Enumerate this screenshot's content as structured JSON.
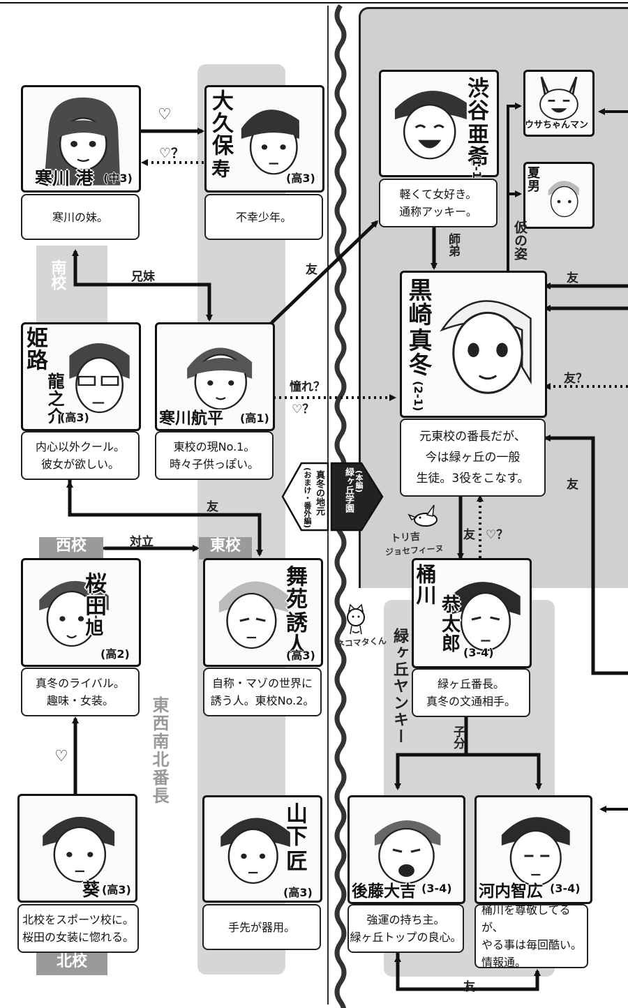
{
  "colors": {
    "band": "#d6d6d6",
    "panel": "#d0d0d0",
    "line": "#111111",
    "school_tag": "#9a9a9a"
  },
  "schools": {
    "south": "南校",
    "west": "西校",
    "east": "東校",
    "north": "北校",
    "group_label": "東西南北番長"
  },
  "signpost": {
    "left_sub": "(おまけ・番外編)",
    "left_main": "真冬の地元",
    "right_main": "緑ヶ丘学園",
    "right_sub": "(本編)"
  },
  "yankee_label": "緑ヶ丘ヤンキー",
  "mascots": {
    "bird": "トリ吉",
    "bird_sub": "ジョセフィーヌ",
    "cat": "ネコマタくん"
  },
  "characters": {
    "minato": {
      "name_a": "寒川",
      "name_b": "港",
      "grade": "(中3)",
      "desc": "寒川の妹。",
      "icon": "girl-portrait"
    },
    "okubo": {
      "name": "大久保",
      "name2": "寿",
      "grade": "(高3)",
      "desc": "不幸少年。",
      "icon": "boy-portrait"
    },
    "himeji": {
      "name": "姫路",
      "name2": "龍之介",
      "grade": "(高3)",
      "desc": "内心以外クール。\n彼女が欲しい。",
      "icon": "glasses-portrait"
    },
    "kohei": {
      "name": "寒川航平",
      "grade": "(高1)",
      "desc": "東校の現No.1。\n時々子供っぽい。",
      "icon": "boy-portrait"
    },
    "sakurada": {
      "name": "桜田",
      "name2": "旭",
      "grade": "(高2)",
      "desc": "真冬のライバル。\n趣味・女装。",
      "icon": "boy-portrait"
    },
    "maizono": {
      "name": "舞苑",
      "name2": "誘人",
      "grade": "(高3)",
      "desc": "自称・マゾの世界に\n誘う人。東校No.2。",
      "icon": "boy-portrait"
    },
    "aoi": {
      "name": "葵",
      "grade": "(高3)",
      "desc": "北校をスポーツ校に。\n桜田の女装に惚れる。",
      "icon": "boy-portrait"
    },
    "yamashita": {
      "name": "山下",
      "name2": "匠",
      "grade": "(高3)",
      "desc": "手先が器用。",
      "icon": "boy-portrait"
    },
    "shibuya": {
      "name": "渋谷",
      "name2": "亜希",
      "grade": "(1-1)",
      "desc": "軽くて女好き。\n通称アッキー。",
      "icon": "laughing-portrait"
    },
    "usachan": {
      "name": "ウサちゃんマン",
      "icon": "bunny-mask-portrait"
    },
    "natsuo": {
      "name": "夏男",
      "icon": "boy-portrait"
    },
    "mafuyu": {
      "name": "黒崎",
      "name2": "真冬",
      "grade": "(2-1)",
      "desc": "元東校の番長だが、\n今は緑ヶ丘の一般\n生徒。3役をこなす。",
      "icon": "protagonist-portrait"
    },
    "okegawa": {
      "name": "桶川",
      "name2": "恭太郎",
      "grade": "(3-4)",
      "desc": "緑ヶ丘番長。\n真冬の文通相手。",
      "icon": "boy-portrait"
    },
    "goto": {
      "name": "後藤大吉",
      "grade": "(3-4)",
      "desc": "強運の持ち主。\n緑ヶ丘トップの良心。",
      "icon": "shouting-portrait"
    },
    "kawachi": {
      "name": "河内智広",
      "grade": "(3-4)",
      "desc": "桶川を尊敬してるが、\nやる事は毎回酷い。\n情報通。",
      "icon": "boy-portrait"
    }
  },
  "relations": {
    "heart": "♡",
    "heart_q": "♡？",
    "siblings": "兄妹",
    "friend": "友",
    "admire": "憧れ？",
    "friend_q": "友？",
    "rivalry": "対立",
    "mentor": "師弟",
    "disguise": "仮の姿",
    "underling": "子分"
  }
}
